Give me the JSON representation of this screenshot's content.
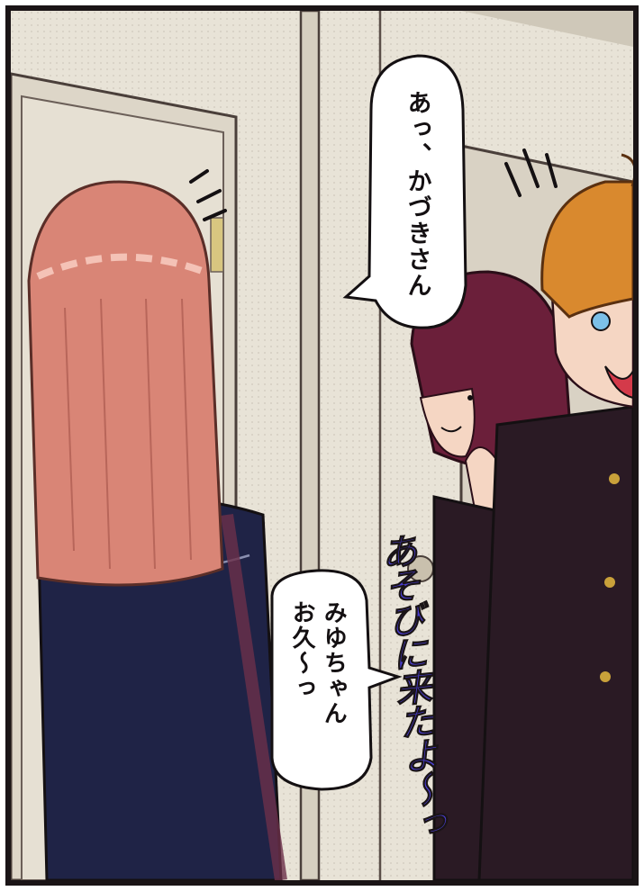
{
  "panel": {
    "speech_bubbles": [
      {
        "id": "kazuki-greeting",
        "text": "あっ、かづきさん"
      },
      {
        "id": "miyu-greeting",
        "text": "みゆちゃん\nお久～っ"
      }
    ],
    "sound_effect": {
      "text": "あそびに来たよ～っ"
    }
  },
  "colors": {
    "wall": "#e8e3d7",
    "door_frame": "#c7bfae",
    "girl_hair": "#d98576",
    "girl_uniform": "#1f2346",
    "boy_hair": "#d9892e",
    "boy_uniform": "#2a1a24",
    "purple_hair": "#6b1f3a",
    "sfx_fill": "#4a3dd0"
  }
}
